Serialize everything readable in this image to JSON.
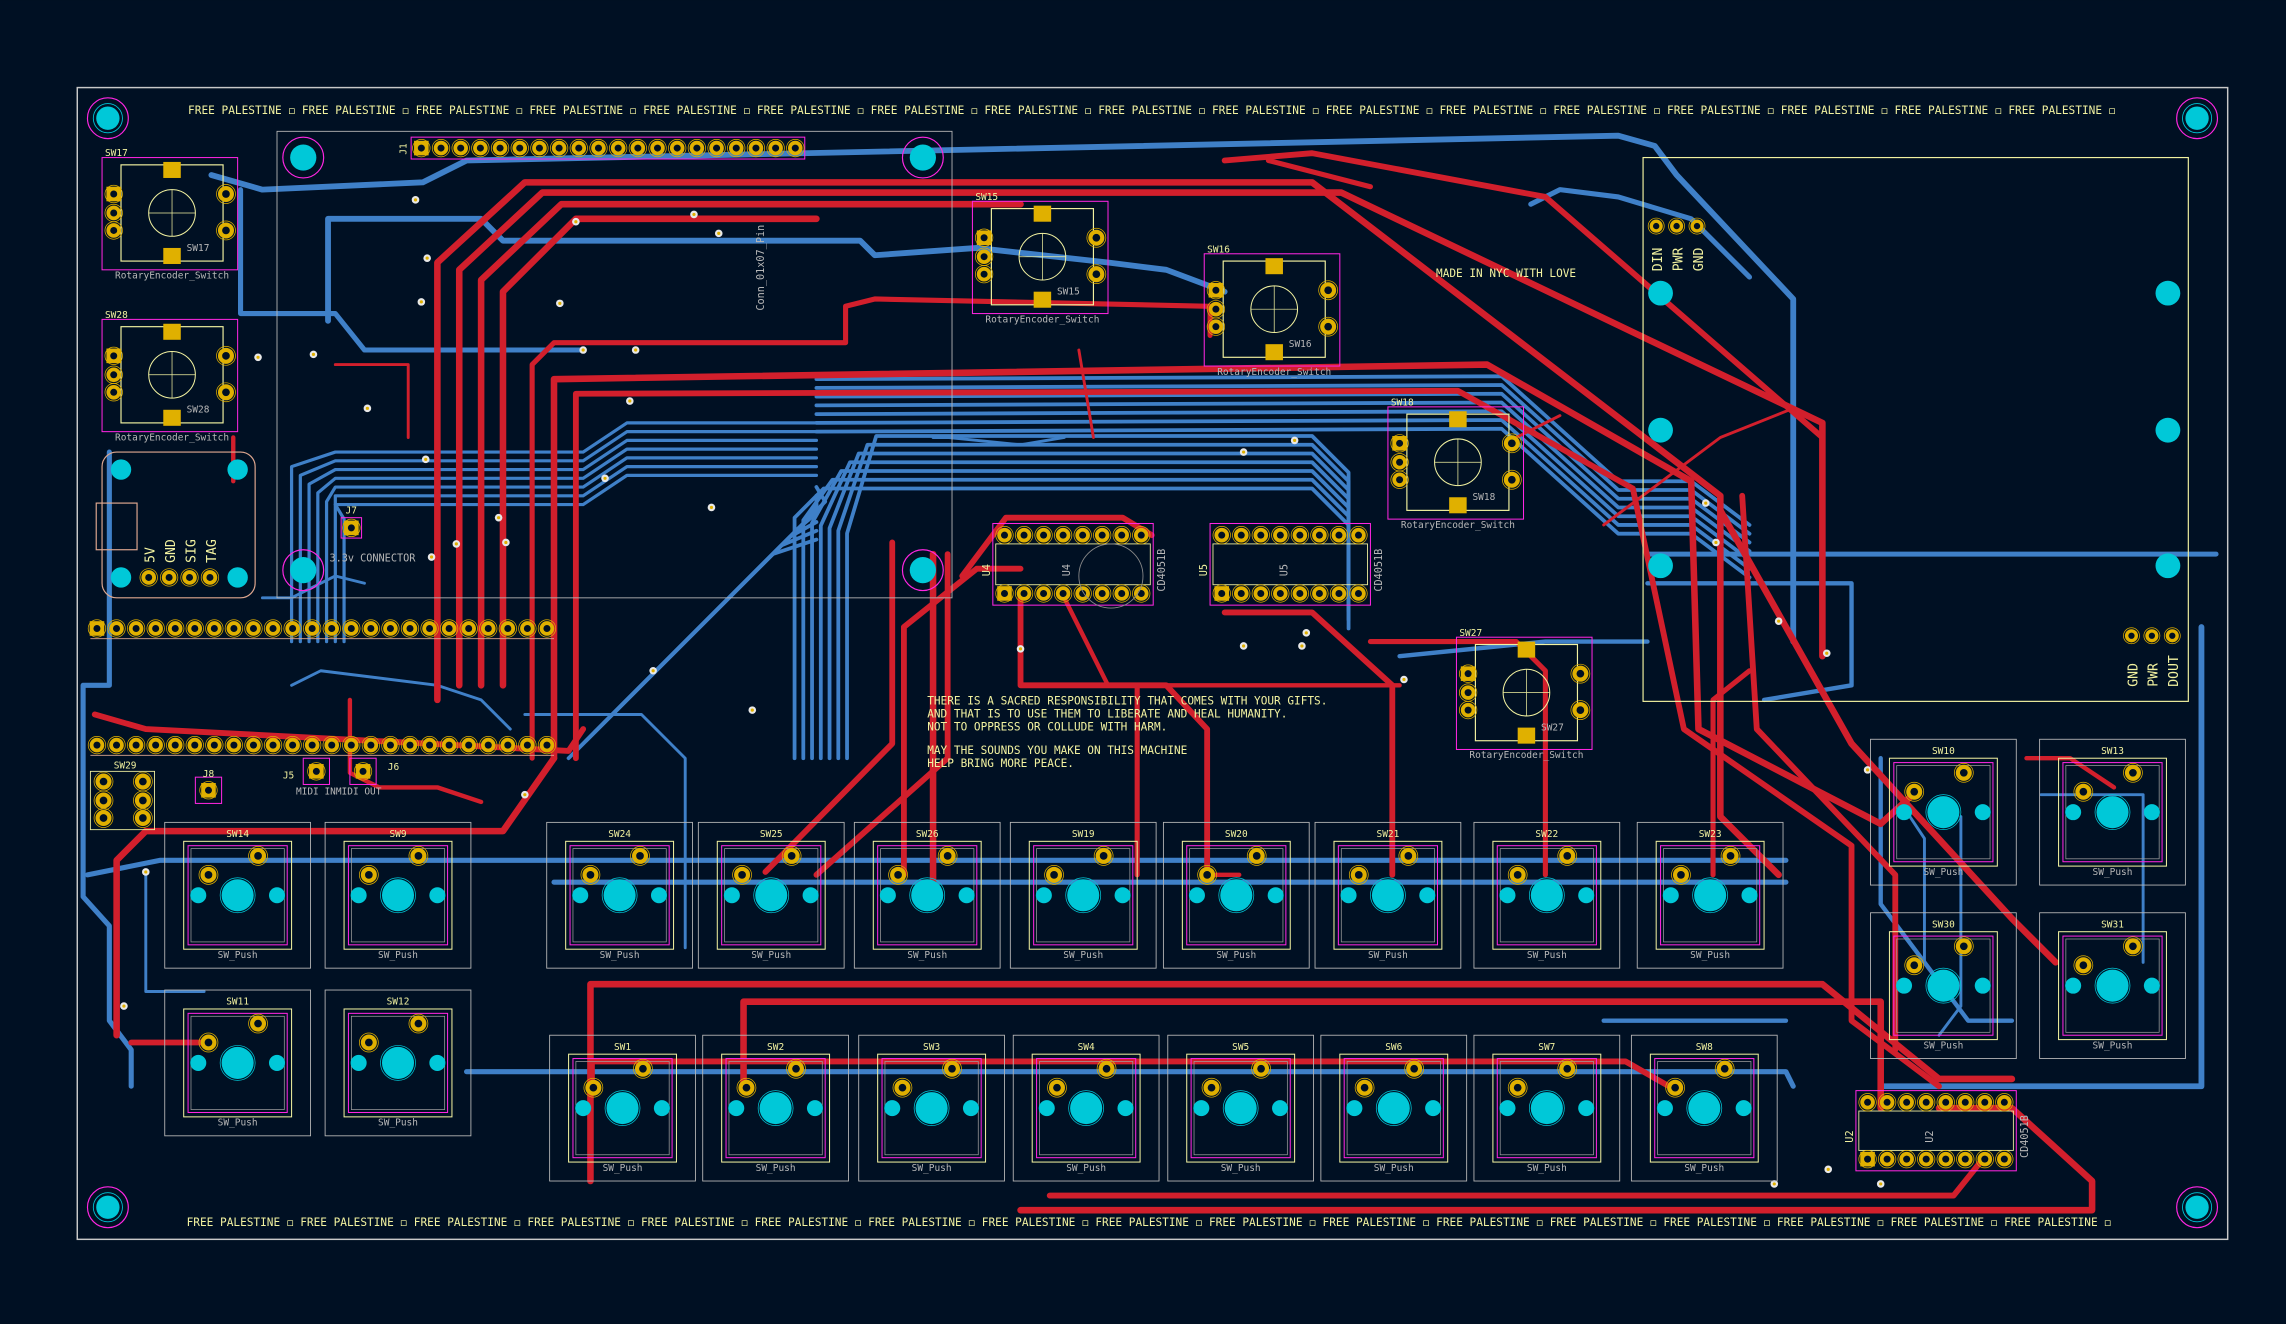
{
  "colors": {
    "background": "#001023",
    "front_copper": "#d21f2c",
    "back_copper": "#3f80c8",
    "pad": "#e0b000",
    "silkscreen": "#f2f2a0",
    "courtyard": "#ff26e2",
    "through_hole": "#00c8d8",
    "board_edge": "#c8c8c8"
  },
  "board": {
    "top_banner": "FREE PALESTINE ◻ FREE PALESTINE ◻ FREE PALESTINE ◻ FREE PALESTINE ◻ FREE PALESTINE ◻ FREE PALESTINE ◻ FREE PALESTINE ◻ FREE PALESTINE ◻ FREE PALESTINE ◻ FREE PALESTINE ◻ FREE PALESTINE ◻ FREE PALESTINE ◻ FREE PALESTINE ◻ FREE PALESTINE ◻ FREE PALESTINE ◻ FREE PALESTINE ◻ FREE PALESTINE ◻",
    "bottom_banner": "FREE PALESTINE ◻ FREE PALESTINE ◻ FREE PALESTINE ◻ FREE PALESTINE ◻ FREE PALESTINE ◻ FREE PALESTINE ◻ FREE PALESTINE ◻ FREE PALESTINE ◻ FREE PALESTINE ◻ FREE PALESTINE ◻ FREE PALESTINE ◻ FREE PALESTINE ◻ FREE PALESTINE ◻ FREE PALESTINE ◻ FREE PALESTINE ◻ FREE PALESTINE ◻ FREE PALESTINE ◻",
    "made_in": "MADE IN NYC WITH LOVE",
    "message": [
      "THERE IS A SACRED RESPONSIBILITY THAT COMES WITH YOUR GIFTS.",
      "AND THAT IS TO USE THEM TO LIBERATE AND HEAL HUMANITY.",
      "NOT TO OPPRESS OR COLLUDE WITH HARM.",
      "MAY THE SOUNDS YOU MAKE ON THIS MACHINE",
      "HELP BRING MORE PEACE."
    ]
  },
  "connectors": {
    "j1": {
      "ref": "J1",
      "value": "Conn_01x07_Pin"
    },
    "j7": {
      "ref": "J7",
      "value": "3.3v CONNECTOR"
    },
    "j8": {
      "ref": "J8"
    },
    "j5": {
      "ref": "J5"
    },
    "j6": {
      "ref": "J6"
    },
    "midi_label": "MIDI INMIDI OUT",
    "sw29": {
      "ref": "SW29"
    },
    "power_pins": [
      "5V",
      "GND",
      "SIG",
      "TAG"
    ],
    "led_in_pins": [
      "DIN",
      "PWR",
      "GND"
    ],
    "led_out_pins": [
      "GND",
      "PWR",
      "DOUT"
    ]
  },
  "encoders": {
    "value": "RotaryEncoder_Switch",
    "refs": [
      "SW17",
      "SW28",
      "SW15",
      "SW16",
      "SW18",
      "SW27"
    ]
  },
  "push_switches": {
    "value": "SW_Push",
    "refs": [
      "SW14",
      "SW9",
      "SW24",
      "SW25",
      "SW26",
      "SW19",
      "SW20",
      "SW21",
      "SW22",
      "SW23",
      "SW11",
      "SW12",
      "SW1",
      "SW2",
      "SW3",
      "SW4",
      "SW5",
      "SW6",
      "SW7",
      "SW8",
      "SW10",
      "SW13",
      "SW30",
      "SW31"
    ]
  },
  "ics": {
    "refs": [
      "U4",
      "U5",
      "U2"
    ],
    "values": [
      "CD4051B",
      "CD4051B",
      "CD4051B"
    ]
  }
}
